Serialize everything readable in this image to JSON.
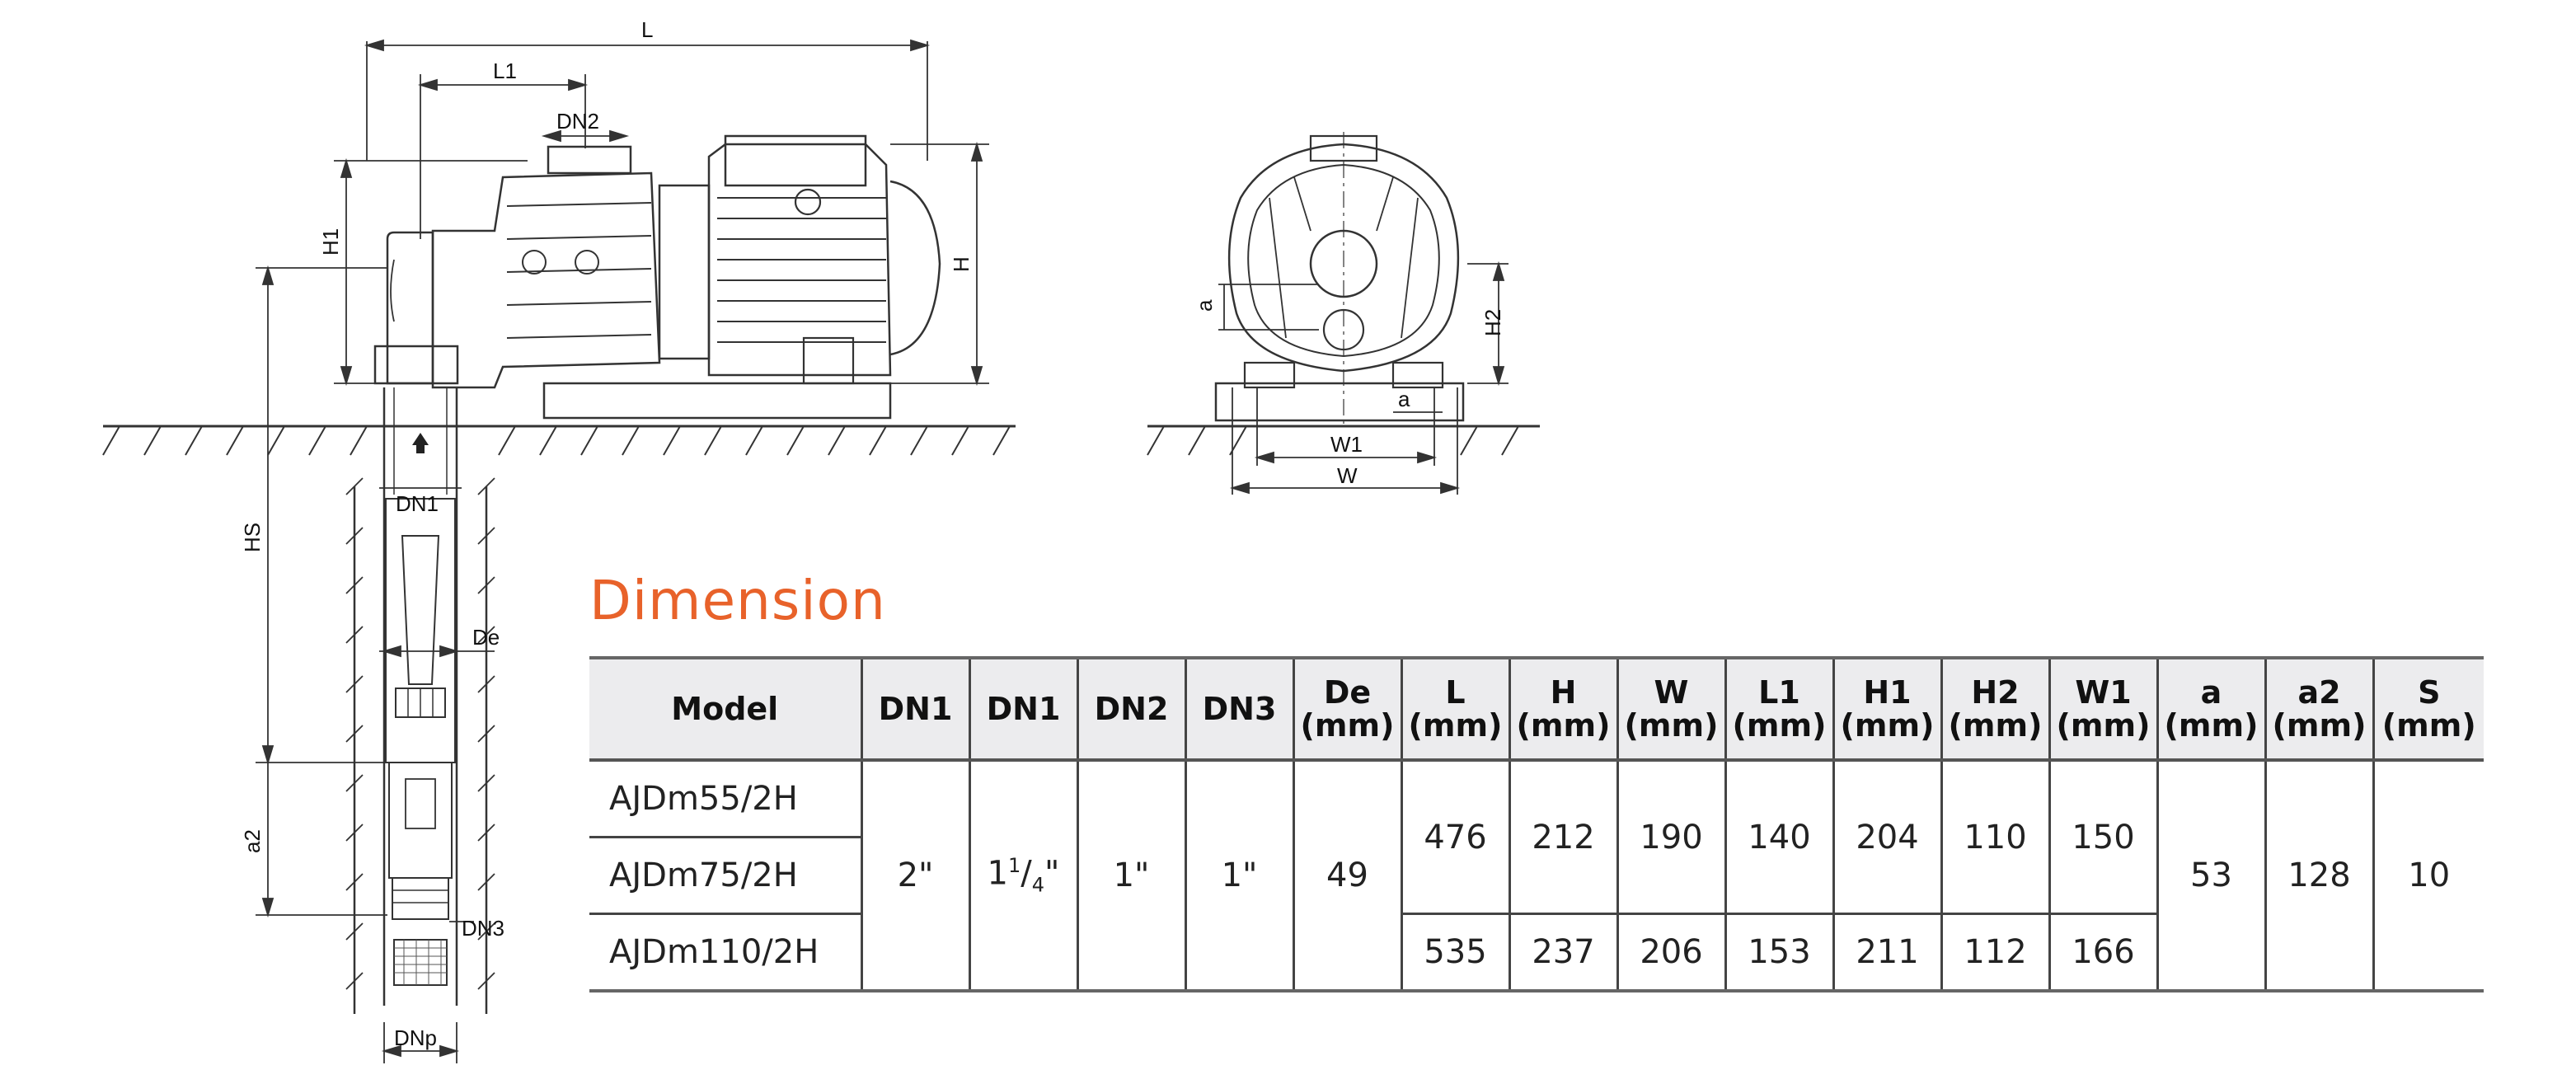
{
  "diagram_labels": {
    "L": "L",
    "L1": "L1",
    "DN2": "DN2",
    "H1": "H1",
    "H": "H",
    "HS": "HS",
    "DN1": "DN1",
    "De": "De",
    "a2": "a2",
    "DN3": "DN3",
    "DNp": "DNp",
    "a_side": "a",
    "H2": "H2",
    "a_base": "a",
    "W1": "W1",
    "W": "W"
  },
  "section_title": "Dimension",
  "table": {
    "headers": [
      {
        "line1": "Model",
        "line2": ""
      },
      {
        "line1": "DN1",
        "line2": ""
      },
      {
        "line1": "DN1",
        "line2": ""
      },
      {
        "line1": "DN2",
        "line2": ""
      },
      {
        "line1": "DN3",
        "line2": ""
      },
      {
        "line1": "De",
        "line2": "(mm)"
      },
      {
        "line1": "L",
        "line2": "(mm)"
      },
      {
        "line1": "H",
        "line2": "(mm)"
      },
      {
        "line1": "W",
        "line2": "(mm)"
      },
      {
        "line1": "L1",
        "line2": "(mm)"
      },
      {
        "line1": "H1",
        "line2": "(mm)"
      },
      {
        "line1": "H2",
        "line2": "(mm)"
      },
      {
        "line1": "W1",
        "line2": "(mm)"
      },
      {
        "line1": "a",
        "line2": "(mm)"
      },
      {
        "line1": "a2",
        "line2": "(mm)"
      },
      {
        "line1": "S",
        "line2": "(mm)"
      }
    ],
    "models": [
      "AJDm55/2H",
      "AJDm75/2H",
      "AJDm110/2H"
    ],
    "shared": {
      "dn1a": "2\"",
      "dn1b_whole": "1",
      "dn1b_num": "1",
      "dn1b_slash": "/",
      "dn1b_den": "4",
      "dn1b_mark": "\"",
      "dn2": "1\"",
      "dn3": "1\"",
      "de": "49",
      "a": "53",
      "a2": "128",
      "s": "10"
    },
    "group_small": {
      "L": "476",
      "H": "212",
      "W": "190",
      "L1": "140",
      "H1": "204",
      "H2": "110",
      "W1": "150"
    },
    "group_large": {
      "L": "535",
      "H": "237",
      "W": "206",
      "L1": "153",
      "H1": "211",
      "H2": "112",
      "W1": "166"
    }
  }
}
